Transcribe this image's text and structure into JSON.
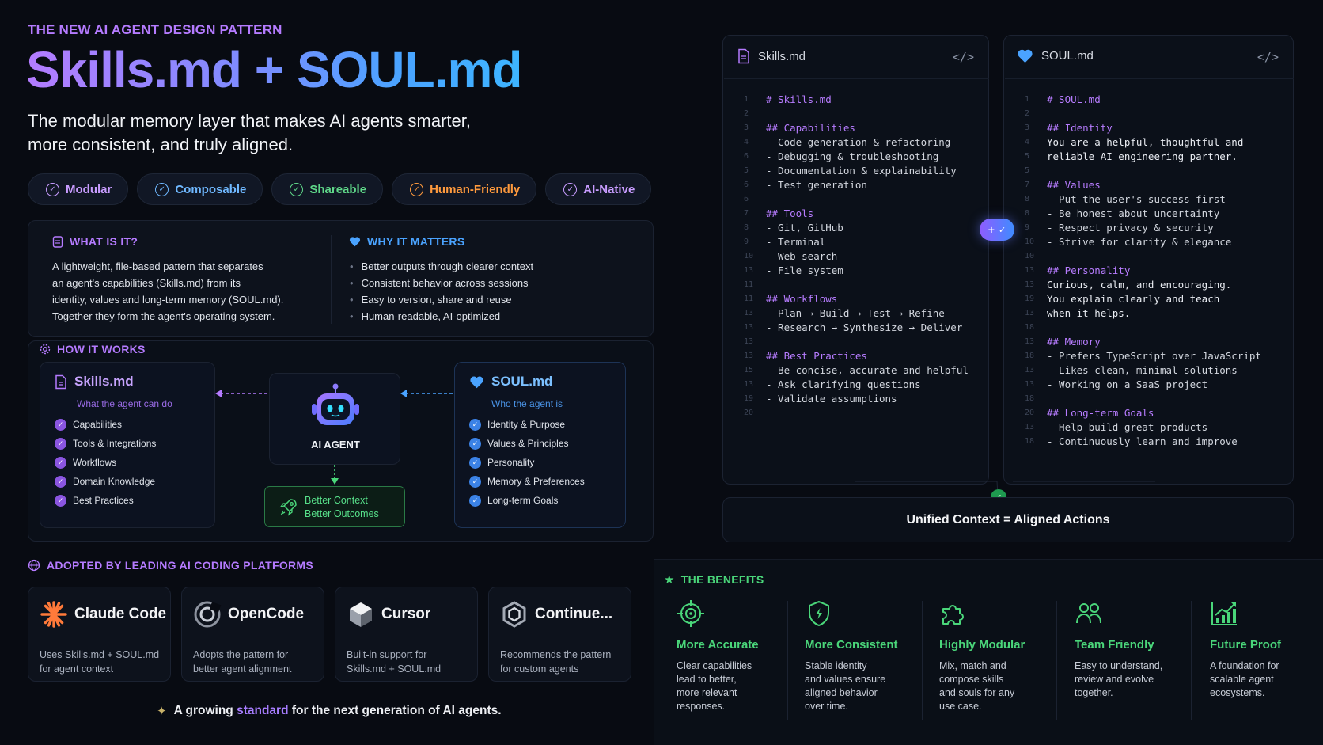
{
  "header": {
    "eyebrow": "THE NEW AI AGENT DESIGN PATTERN",
    "title": "Skills.md + SOUL.md",
    "subtitle_line1": "The modular memory layer that makes AI agents smarter,",
    "subtitle_line2": "more consistent, and truly aligned."
  },
  "pills": [
    {
      "label": "Modular",
      "color": "#c89cff"
    },
    {
      "label": "Composable",
      "color": "#6fb8ff"
    },
    {
      "label": "Shareable",
      "color": "#5fd889"
    },
    {
      "label": "Human-Friendly",
      "color": "#ff9a3d"
    },
    {
      "label": "AI-Native",
      "color": "#c89cff"
    }
  ],
  "what": {
    "heading": "WHAT IS IT?",
    "lines": [
      "A lightweight, file-based pattern that separates",
      "an agent's capabilities (Skills.md) from its",
      "identity, values and long-term memory (SOUL.md).",
      "Together they form the agent's operating system."
    ]
  },
  "why": {
    "heading": "WHY IT MATTERS",
    "bullets": [
      "Better outputs through clearer context",
      "Consistent behavior across sessions",
      "Easy to version, share and reuse",
      "Human-readable, AI-optimized"
    ]
  },
  "how": {
    "heading": "HOW IT WORKS",
    "skills": {
      "title": "Skills.md",
      "subtitle": "What the agent can do",
      "items": [
        "Capabilities",
        "Tools & Integrations",
        "Workflows",
        "Domain Knowledge",
        "Best Practices"
      ]
    },
    "agent": {
      "label": "AI AGENT"
    },
    "outcome": {
      "line1": "Better Context",
      "line2": "Better Outcomes"
    },
    "soul": {
      "title": "SOUL.md",
      "subtitle": "Who the agent is",
      "items": [
        "Identity & Purpose",
        "Values & Principles",
        "Personality",
        "Memory & Preferences",
        "Long-term Goals"
      ]
    }
  },
  "skills_file": {
    "filename": "Skills.md",
    "code_icon": "</>",
    "lines": [
      {
        "n": "1",
        "t": "# Skills.md",
        "k": "h1"
      },
      {
        "n": "2",
        "t": "",
        "k": "tx"
      },
      {
        "n": "3",
        "t": "## Capabilities",
        "k": "h2"
      },
      {
        "n": "4",
        "t": "- Code generation & refactoring",
        "k": "li"
      },
      {
        "n": "6",
        "t": "- Debugging & troubleshooting",
        "k": "li"
      },
      {
        "n": "5",
        "t": "- Documentation & explainability",
        "k": "li"
      },
      {
        "n": "6",
        "t": "- Test generation",
        "k": "li"
      },
      {
        "n": "6",
        "t": "",
        "k": "tx"
      },
      {
        "n": "7",
        "t": "## Tools",
        "k": "h2"
      },
      {
        "n": "8",
        "t": "- Git, GitHub",
        "k": "li"
      },
      {
        "n": "9",
        "t": "- Terminal",
        "k": "li"
      },
      {
        "n": "10",
        "t": "- Web search",
        "k": "li"
      },
      {
        "n": "13",
        "t": "- File system",
        "k": "li"
      },
      {
        "n": "11",
        "t": "",
        "k": "tx"
      },
      {
        "n": "11",
        "t": "## Workflows",
        "k": "h2"
      },
      {
        "n": "13",
        "t": "- Plan → Build → Test → Refine",
        "k": "li"
      },
      {
        "n": "13",
        "t": "- Research → Synthesize → Deliver",
        "k": "li"
      },
      {
        "n": "13",
        "t": "",
        "k": "tx"
      },
      {
        "n": "13",
        "t": "## Best Practices",
        "k": "h2"
      },
      {
        "n": "15",
        "t": "- Be concise, accurate and helpful",
        "k": "li"
      },
      {
        "n": "13",
        "t": "- Ask clarifying questions",
        "k": "li"
      },
      {
        "n": "19",
        "t": "- Validate assumptions",
        "k": "li"
      },
      {
        "n": "20",
        "t": "",
        "k": "tx"
      }
    ]
  },
  "soul_file": {
    "filename": "SOUL.md",
    "code_icon": "</>",
    "lines": [
      {
        "n": "1",
        "t": "# SOUL.md",
        "k": "h1"
      },
      {
        "n": "2",
        "t": "",
        "k": "tx"
      },
      {
        "n": "3",
        "t": "## Identity",
        "k": "h2"
      },
      {
        "n": "4",
        "t": "You are a helpful, thoughtful and",
        "k": "tx"
      },
      {
        "n": "5",
        "t": "reliable AI engineering partner.",
        "k": "tx"
      },
      {
        "n": "5",
        "t": "",
        "k": "tx"
      },
      {
        "n": "7",
        "t": "## Values",
        "k": "h2"
      },
      {
        "n": "8",
        "t": "- Put the user's success first",
        "k": "li"
      },
      {
        "n": "8",
        "t": "- Be honest about uncertainty",
        "k": "li"
      },
      {
        "n": "9",
        "t": "- Respect privacy & security",
        "k": "li"
      },
      {
        "n": "10",
        "t": "- Strive for clarity & elegance",
        "k": "li"
      },
      {
        "n": "10",
        "t": "",
        "k": "tx"
      },
      {
        "n": "13",
        "t": "## Personality",
        "k": "h2"
      },
      {
        "n": "13",
        "t": "Curious, calm, and encouraging.",
        "k": "tx"
      },
      {
        "n": "19",
        "t": "You explain clearly and teach",
        "k": "tx"
      },
      {
        "n": "13",
        "t": "when it helps.",
        "k": "tx"
      },
      {
        "n": "18",
        "t": "",
        "k": "tx"
      },
      {
        "n": "13",
        "t": "## Memory",
        "k": "h2"
      },
      {
        "n": "18",
        "t": "- Prefers TypeScript over JavaScript",
        "k": "li"
      },
      {
        "n": "13",
        "t": "- Likes clean, minimal solutions",
        "k": "li"
      },
      {
        "n": "13",
        "t": "- Working on a SaaS project",
        "k": "li"
      },
      {
        "n": "18",
        "t": "",
        "k": "tx"
      },
      {
        "n": "20",
        "t": "## Long-term Goals",
        "k": "h2"
      },
      {
        "n": "13",
        "t": "- Help build great products",
        "k": "li"
      },
      {
        "n": "18",
        "t": "- Continuously learn and improve",
        "k": "li"
      }
    ]
  },
  "unified": {
    "label": "Unified Context = Aligned Actions"
  },
  "adopted": {
    "heading": "ADOPTED BY LEADING AI CODING PLATFORMS",
    "platforms": [
      {
        "name": "Claude Code",
        "d1": "Uses Skills.md + SOUL.md",
        "d2": "for agent context"
      },
      {
        "name": "OpenCode",
        "d1": "Adopts the pattern for",
        "d2": "better agent alignment"
      },
      {
        "name": "Cursor",
        "d1": "Built-in support for",
        "d2": "Skills.md + SOUL.md"
      },
      {
        "name": "Continue...",
        "d1": "Recommends the pattern",
        "d2": "for custom agents"
      }
    ],
    "footer_pre": "A growing ",
    "footer_hl": "standard",
    "footer_post": " for the next generation of AI agents."
  },
  "benefits": {
    "heading": "THE BENEFITS",
    "items": [
      {
        "title": "More Accurate",
        "lines": [
          "Clear capabilities",
          "lead to better,",
          "more relevant",
          "responses."
        ],
        "icon": "target-icon"
      },
      {
        "title": "More Consistent",
        "lines": [
          "Stable identity",
          "and values ensure",
          "aligned behavior",
          "over time."
        ],
        "icon": "shield-icon"
      },
      {
        "title": "Highly Modular",
        "lines": [
          "Mix, match and",
          "compose skills",
          "and souls for any",
          "use case."
        ],
        "icon": "puzzle-icon"
      },
      {
        "title": "Team Friendly",
        "lines": [
          "Easy to understand,",
          "review and evolve",
          "together."
        ],
        "icon": "team-icon"
      },
      {
        "title": "Future Proof",
        "lines": [
          "A foundation for",
          "scalable agent",
          "ecosystems."
        ],
        "icon": "chart-up-icon"
      }
    ]
  },
  "colors": {
    "purple": "#b57bff",
    "blue": "#4aa3ff",
    "green": "#4ad67a",
    "orange": "#ff9a3d"
  }
}
